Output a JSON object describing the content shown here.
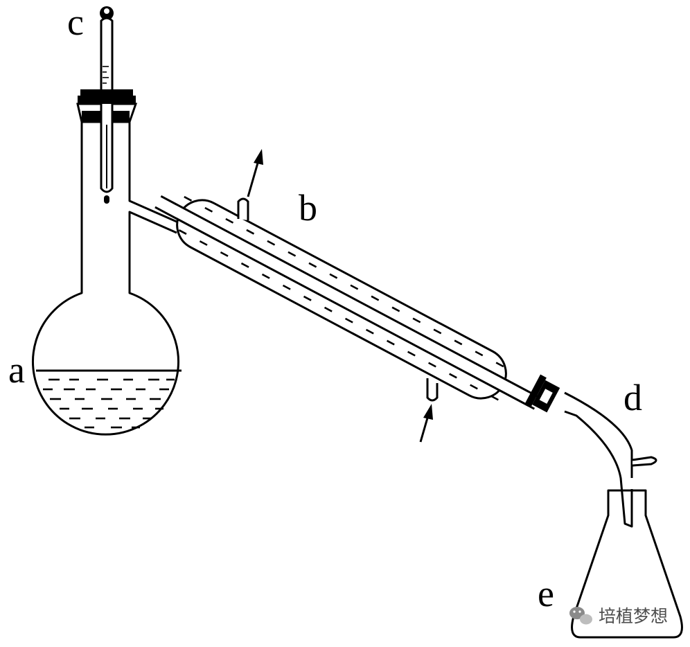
{
  "labels": {
    "flask": "a",
    "condenser": "b",
    "thermometer": "c",
    "adapter": "d",
    "receiver": "e"
  },
  "watermark": {
    "text": "培植梦想",
    "icon": "wechat-icon"
  },
  "colors": {
    "ink": "#000000",
    "background": "#ffffff",
    "watermark": "#4d4d4d"
  }
}
